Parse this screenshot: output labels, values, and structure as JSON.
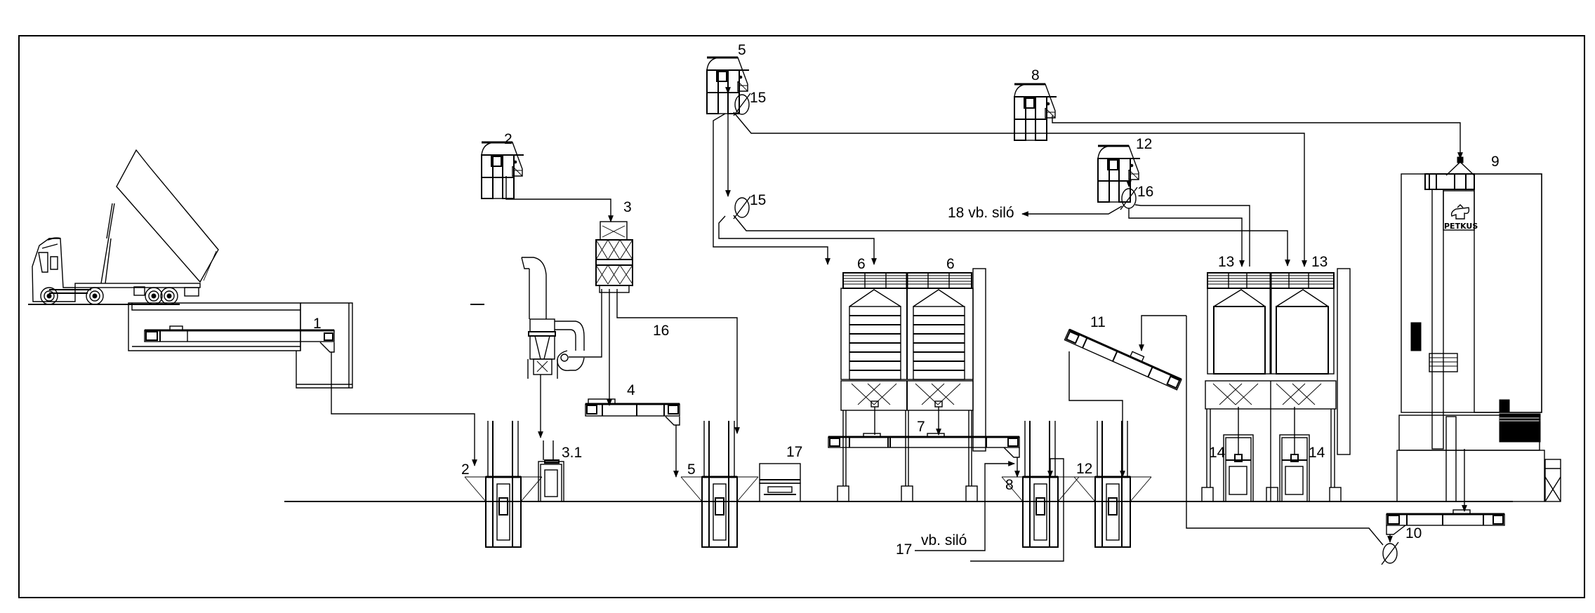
{
  "diagram": {
    "type": "process-flow-schematic",
    "subject": "grain receiving, cleaning, drying and storage plant",
    "frame": true,
    "logo_text": "PETKUS",
    "labels": {
      "conveyor_1": "1",
      "elevator_2_head": "2",
      "elevator_2_foot": "2",
      "cleaner_3": "3",
      "dust_bin_3_1": "3.1",
      "conveyor_4": "4",
      "elevator_5_head": "5",
      "elevator_5_foot": "5",
      "silo_6_left": "6",
      "silo_6_right": "6",
      "conveyor_7": "7",
      "elevator_8_head": "8",
      "elevator_8_foot": "8",
      "dryer_9": "9",
      "conveyor_10": "10",
      "conveyor_11": "11",
      "elevator_12_head": "12",
      "elevator_12_foot": "12",
      "silo_13_left": "13",
      "silo_13_right": "13",
      "loadout_14_left": "14",
      "loadout_14_right": "14",
      "diverter_15_top": "15",
      "diverter_15_mid": "15",
      "diverter_16": "16",
      "line_16": "16",
      "truck_17": "17",
      "silo_18_ref": "18 vb. siló",
      "silo_17_ref_num": "17",
      "silo_17_ref_text": "vb. siló"
    },
    "components": [
      {
        "id": "1",
        "name": "intake chain conveyor (underground pit)"
      },
      {
        "id": "2",
        "name": "bucket elevator"
      },
      {
        "id": "3",
        "name": "pre-cleaner"
      },
      {
        "id": "3.1",
        "name": "dust/waste bin with cyclone & fan"
      },
      {
        "id": "4",
        "name": "chain conveyor"
      },
      {
        "id": "5",
        "name": "bucket elevator"
      },
      {
        "id": "6",
        "name": "storage silos (pair)"
      },
      {
        "id": "7",
        "name": "discharge chain conveyor"
      },
      {
        "id": "8",
        "name": "bucket elevator"
      },
      {
        "id": "9",
        "name": "grain dryer (PETKUS)"
      },
      {
        "id": "10",
        "name": "dryer discharge conveyor"
      },
      {
        "id": "11",
        "name": "inclined conveyor"
      },
      {
        "id": "12",
        "name": "bucket elevator"
      },
      {
        "id": "13",
        "name": "storage silos (pair)"
      },
      {
        "id": "14",
        "name": "bulk loading units"
      },
      {
        "id": "15",
        "name": "two-way diverter valves"
      },
      {
        "id": "16",
        "name": "diverter valve / waste line"
      },
      {
        "id": "17",
        "name": "waste truck / reference silo"
      },
      {
        "id": "18",
        "name": "reference silo"
      }
    ]
  }
}
